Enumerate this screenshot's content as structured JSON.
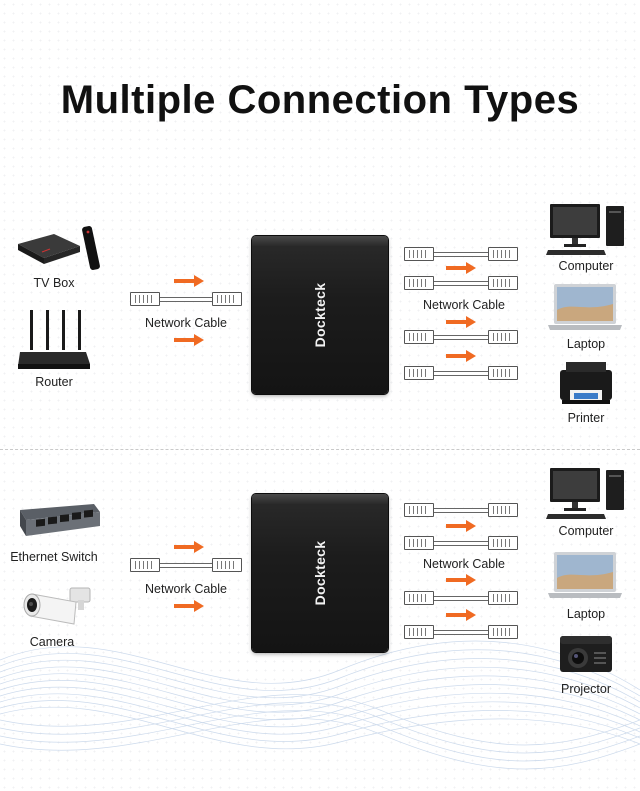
{
  "title": "Multiple Connection Types",
  "colors": {
    "arrow": "#f06a22",
    "hub": "#1e1e1e",
    "divider": "#c9c9c9"
  },
  "brand": "Dockteck",
  "top": {
    "inputs": [
      {
        "label": "TV Box",
        "icon": "tv-box-icon"
      },
      {
        "label": "Router",
        "icon": "router-icon"
      }
    ],
    "input_cable_label": "Network Cable",
    "output_cable_label": "Network Cable",
    "outputs": [
      {
        "label": "Computer",
        "icon": "computer-icon"
      },
      {
        "label": "Laptop",
        "icon": "laptop-icon"
      },
      {
        "label": "Printer",
        "icon": "printer-icon"
      }
    ]
  },
  "bottom": {
    "inputs": [
      {
        "label": "Ethernet Switch",
        "icon": "ethernet-switch-icon"
      },
      {
        "label": "Camera",
        "icon": "camera-icon"
      }
    ],
    "input_cable_label": "Network Cable",
    "output_cable_label": "Network Cable",
    "outputs": [
      {
        "label": "Computer",
        "icon": "computer-icon"
      },
      {
        "label": "Laptop",
        "icon": "laptop-icon"
      },
      {
        "label": "Projector",
        "icon": "projector-icon"
      }
    ]
  }
}
